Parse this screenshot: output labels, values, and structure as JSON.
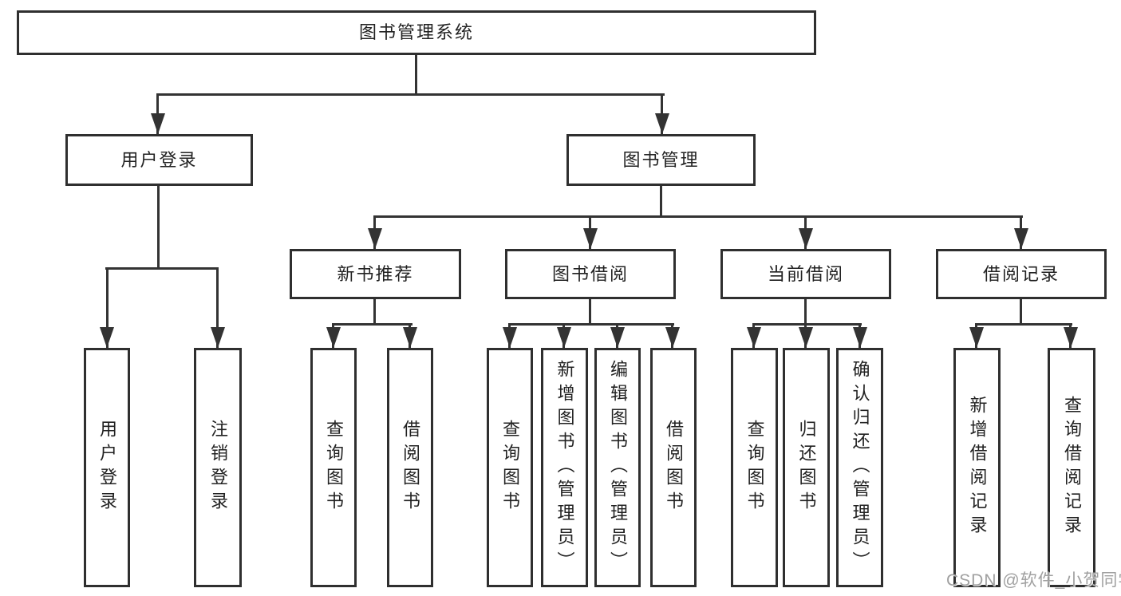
{
  "tree": {
    "root": {
      "label": "图书管理系统"
    },
    "branches": [
      {
        "label": "用户登录",
        "children": [
          {
            "label": "用户登录"
          },
          {
            "label": "注销登录"
          }
        ]
      },
      {
        "label": "图书管理",
        "children": [
          {
            "label": "新书推荐",
            "children": [
              {
                "label": "查询图书"
              },
              {
                "label": "借阅图书"
              }
            ]
          },
          {
            "label": "图书借阅",
            "children": [
              {
                "label": "查询图书"
              },
              {
                "label": "新增图书（管理员）"
              },
              {
                "label": "编辑图书（管理员）"
              },
              {
                "label": "借阅图书"
              }
            ]
          },
          {
            "label": "当前借阅",
            "children": [
              {
                "label": "查询图书"
              },
              {
                "label": "归还图书"
              },
              {
                "label": "确认归还（管理员）"
              }
            ]
          },
          {
            "label": "借阅记录",
            "children": [
              {
                "label": "新增借阅记录"
              },
              {
                "label": "查询借阅记录"
              }
            ]
          }
        ]
      }
    ]
  },
  "watermark": {
    "text": "CSDN @软件_小贺同学"
  },
  "colors": {
    "line": "#333333",
    "box_border": "#2f2f2f",
    "text": "#222222",
    "watermark": "#a0a0a0",
    "background": "#ffffff"
  }
}
